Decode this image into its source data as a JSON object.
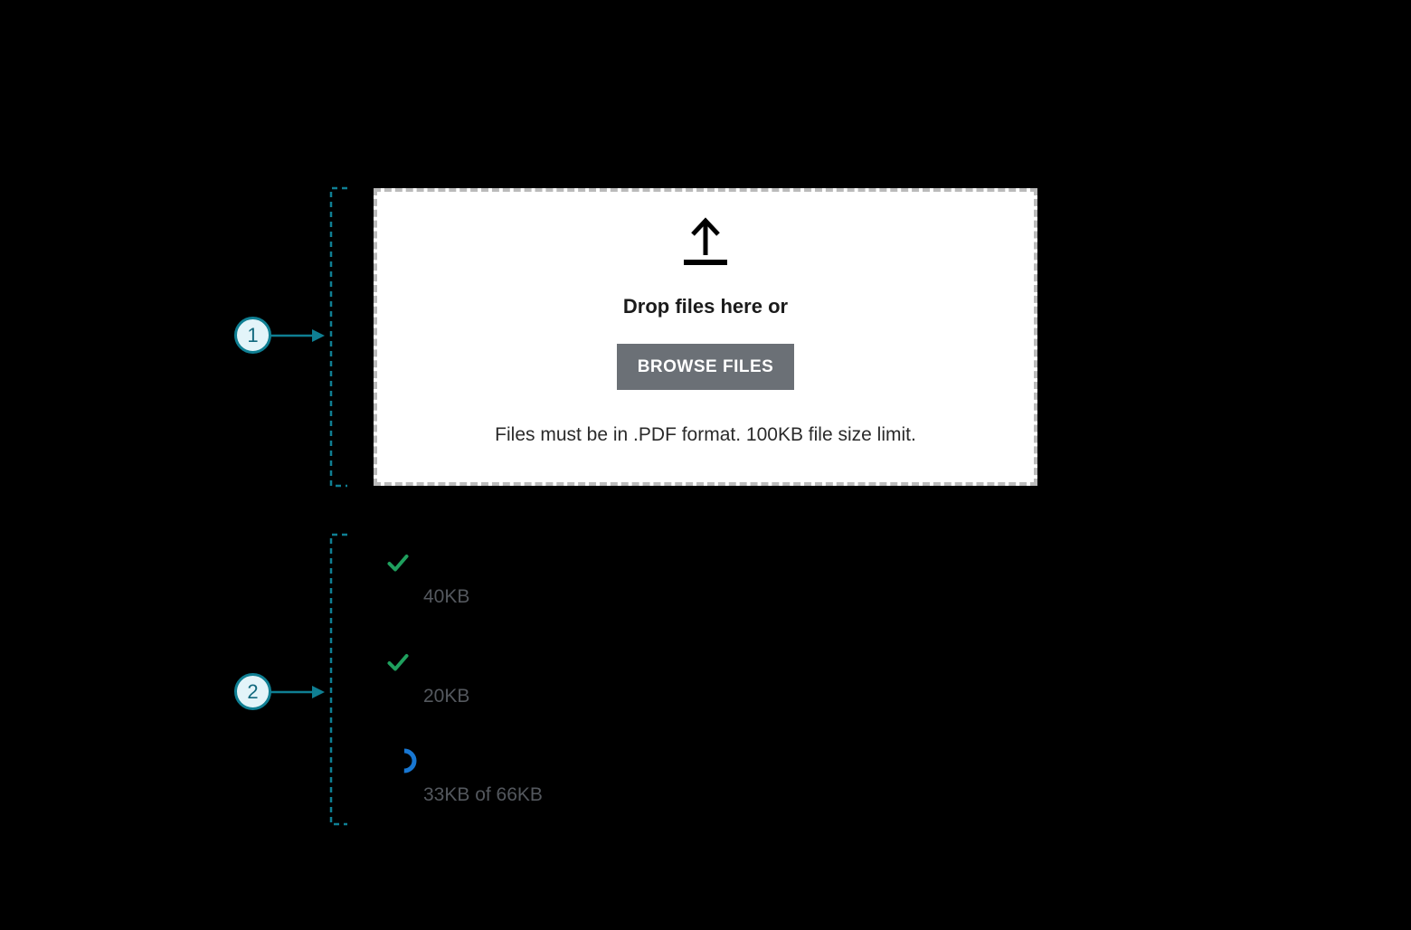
{
  "callouts": [
    {
      "number": "1"
    },
    {
      "number": "2"
    }
  ],
  "dropzone": {
    "icon": "upload-icon",
    "title": "Drop files here or",
    "browse_button_label": "BROWSE FILES",
    "hint": "Files must be in .PDF format. 100KB file size limit."
  },
  "upload_list": {
    "items": [
      {
        "icon": "check-icon",
        "status": "complete",
        "size_label": "40KB"
      },
      {
        "icon": "check-icon",
        "status": "complete",
        "size_label": "20KB"
      },
      {
        "icon": "progress-spinner-icon",
        "status": "uploading",
        "size_label": "33KB of 66KB",
        "progress_percent": 50
      }
    ]
  },
  "colors": {
    "background": "#000000",
    "annotation_teal": "#0F7F93",
    "callout_fill": "#E3F4F9",
    "success_green": "#1FA05E",
    "progress_blue": "#1877D2",
    "muted_text_gray": "#54585E",
    "button_gray": "#6B7076",
    "dropzone_border_gray": "#BBBBBB"
  }
}
